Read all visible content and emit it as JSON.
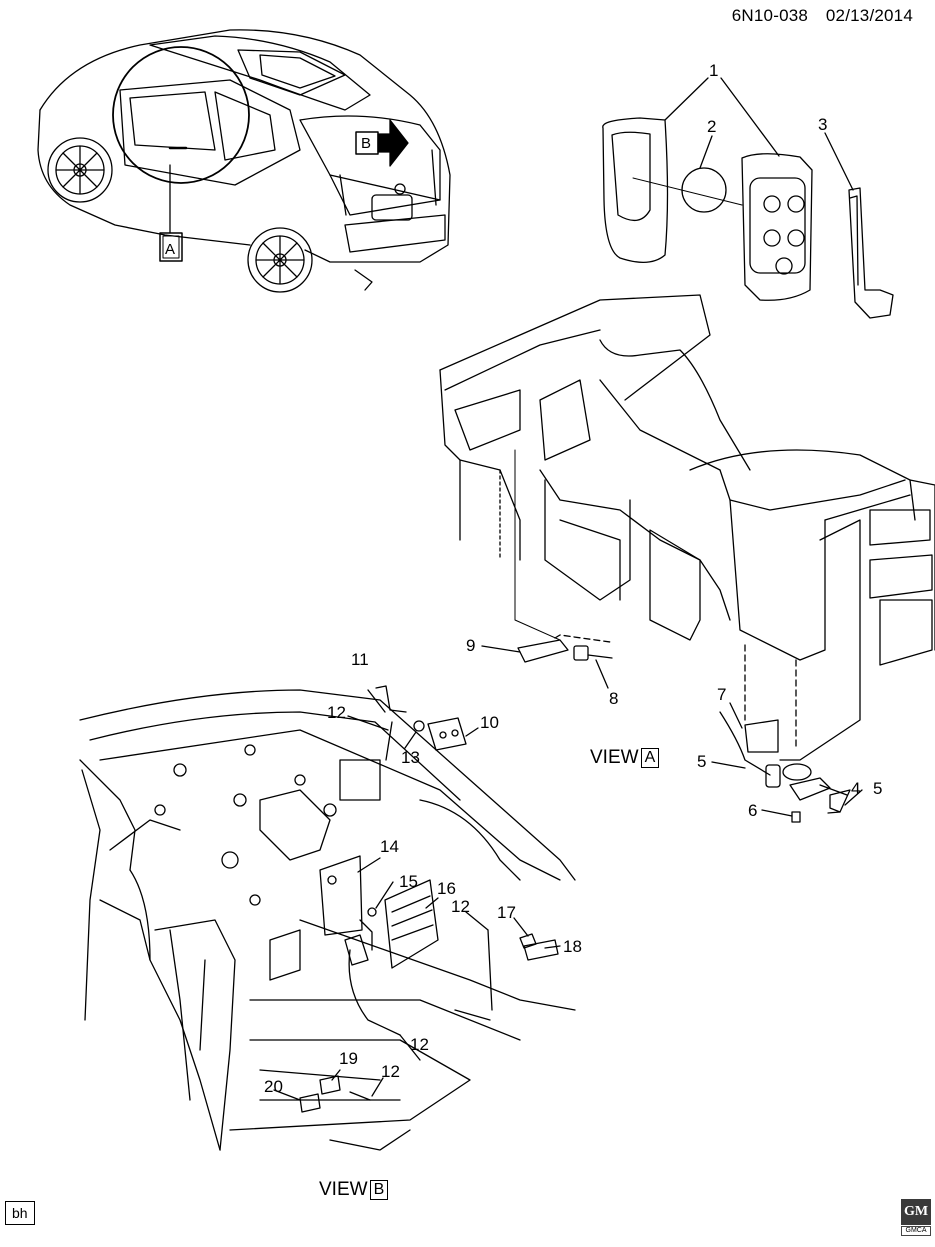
{
  "header": {
    "code": "6N10-038",
    "date": "02/13/2014"
  },
  "callouts": [
    {
      "id": "c1",
      "text": "1"
    },
    {
      "id": "c2",
      "text": "2"
    },
    {
      "id": "c3",
      "text": "3"
    },
    {
      "id": "c4",
      "text": "4"
    },
    {
      "id": "c5a",
      "text": "5"
    },
    {
      "id": "c5b",
      "text": "5"
    },
    {
      "id": "c6",
      "text": "6"
    },
    {
      "id": "c7",
      "text": "7"
    },
    {
      "id": "c8",
      "text": "8"
    },
    {
      "id": "c9",
      "text": "9"
    },
    {
      "id": "c10",
      "text": "10"
    },
    {
      "id": "c11",
      "text": "11"
    },
    {
      "id": "c12a",
      "text": "12"
    },
    {
      "id": "c12b",
      "text": "12"
    },
    {
      "id": "c12c",
      "text": "12"
    },
    {
      "id": "c12d",
      "text": "12"
    },
    {
      "id": "c13",
      "text": "13"
    },
    {
      "id": "c14",
      "text": "14"
    },
    {
      "id": "c15",
      "text": "15"
    },
    {
      "id": "c16",
      "text": "16"
    },
    {
      "id": "c17",
      "text": "17"
    },
    {
      "id": "c18",
      "text": "18"
    },
    {
      "id": "c19",
      "text": "19"
    },
    {
      "id": "c20",
      "text": "20"
    }
  ],
  "views": {
    "a": {
      "label": "VIEW",
      "letter": "A"
    },
    "b": {
      "label": "VIEW",
      "letter": "B"
    }
  },
  "vehicle_markers": {
    "a": "A",
    "b": "B"
  },
  "footer": {
    "initials": "bh",
    "logo_text": "GM",
    "logo_sub": "GMCA"
  }
}
